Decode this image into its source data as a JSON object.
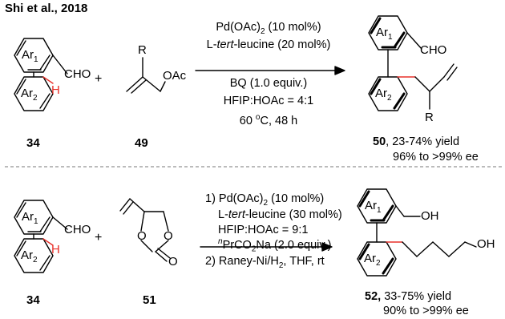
{
  "title": "Shi et al., 2018",
  "reaction1": {
    "sm1": {
      "label": "34",
      "ring_top": "Ar",
      "ring_top_sub": "1",
      "ring_bottom": "Ar",
      "ring_bottom_sub": "2",
      "group": "CHO",
      "h": "H"
    },
    "plus": "+",
    "sm2": {
      "label": "49",
      "r": "R",
      "group": "OAc"
    },
    "conditions": {
      "line1_pre": "Pd(OAc)",
      "line1_sub": "2",
      "line1_post": " (10 mol%)",
      "line2_pre": "L-",
      "line2_it": "tert",
      "line2_post": "-leucine (20 mol%)",
      "line3": "BQ (1.0 equiv.)",
      "line4": "HFIP:HOAc = 4:1",
      "line5_pre": "60 ",
      "line5_sup": "o",
      "line5_post": "C, 48 h"
    },
    "product": {
      "label": "50",
      "yield": ", 23-74% yield",
      "ee": "96% to >99% ee",
      "ring_top": "Ar",
      "ring_top_sub": "1",
      "ring_bottom": "Ar",
      "ring_bottom_sub": "2",
      "group": "CHO",
      "r": "R"
    }
  },
  "reaction2": {
    "sm1": {
      "label": "34",
      "ring_top": "Ar",
      "ring_top_sub": "1",
      "ring_bottom": "Ar",
      "ring_bottom_sub": "2",
      "group": "CHO",
      "h": "H"
    },
    "plus": "+",
    "sm2": {
      "label": "51",
      "o1": "O",
      "o2": "O",
      "o3": "O"
    },
    "conditions": {
      "line1_pre": "1) Pd(OAc)",
      "line1_sub": "2",
      "line1_post": " (10 mol%)",
      "line2_pre": "L-",
      "line2_it": "tert",
      "line2_post": "-leucine (30 mol%)",
      "line3": "HFIP:HOAc = 9:1",
      "line4_sup": "n",
      "line4_pre": "PrCO",
      "line4_sub": "2",
      "line4_post": "Na (2.0 equiv.)",
      "line5_pre": "2) Raney-Ni/H",
      "line5_sub": "2",
      "line5_post": ", THF, rt"
    },
    "product": {
      "label": "52,",
      "yield": " 33-75% yield",
      "ee": "90% to >99% ee",
      "ring_top": "Ar",
      "ring_top_sub": "1",
      "ring_bottom": "Ar",
      "ring_bottom_sub": "2",
      "oh1": "OH",
      "oh2": "OH"
    }
  },
  "colors": {
    "highlight": "#e8302a",
    "text": "#000000",
    "divider": "#777777"
  }
}
